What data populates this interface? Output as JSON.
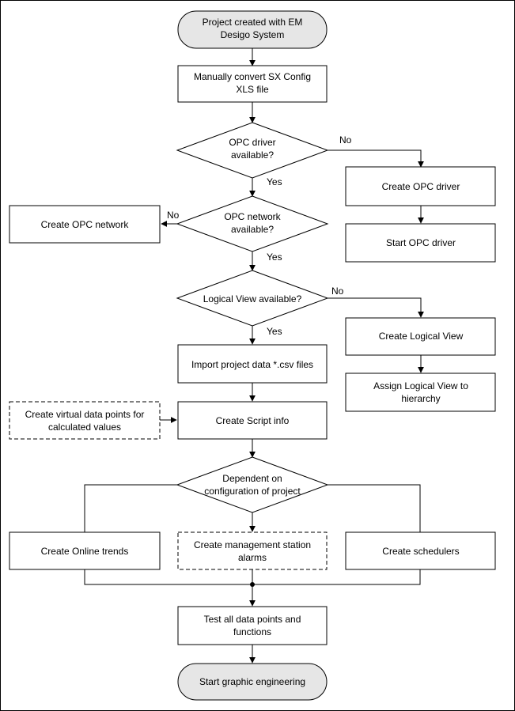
{
  "nodes": {
    "start": [
      "Project created with EM",
      "Desigo System"
    ],
    "convert": [
      "Manually convert SX Config",
      "XLS file"
    ],
    "opc_driver_q": [
      "OPC driver",
      "available?"
    ],
    "create_opc_driver": [
      "Create OPC driver"
    ],
    "start_opc_driver": [
      "Start OPC driver"
    ],
    "opc_network_q": [
      "OPC network",
      "available?"
    ],
    "create_opc_network": [
      "Create OPC network"
    ],
    "logical_view_q": [
      "Logical View available?"
    ],
    "create_logical_view": [
      "Create Logical View"
    ],
    "assign_logical_view": [
      "Assign Logical View to",
      "hierarchy"
    ],
    "import_csv": [
      "Import project data *.csv files"
    ],
    "virtual_points": [
      "Create virtual data points for",
      "calculated values"
    ],
    "script_info": [
      "Create Script info"
    ],
    "dependent_q": [
      "Dependent on",
      "configuration of project"
    ],
    "online_trends": [
      "Create Online trends"
    ],
    "alarms": [
      "Create management station",
      "alarms"
    ],
    "schedulers": [
      "Create schedulers"
    ],
    "test_points": [
      "Test all data points and",
      "functions"
    ],
    "end": [
      "Start graphic engineering"
    ]
  },
  "edge_labels": {
    "driver_no": "No",
    "driver_yes": "Yes",
    "network_no": "No",
    "network_yes": "Yes",
    "logical_no": "No",
    "logical_yes": "Yes"
  },
  "colors": {
    "terminal_fill": "#e6e6e6",
    "stroke": "#000000",
    "background": "#ffffff"
  }
}
